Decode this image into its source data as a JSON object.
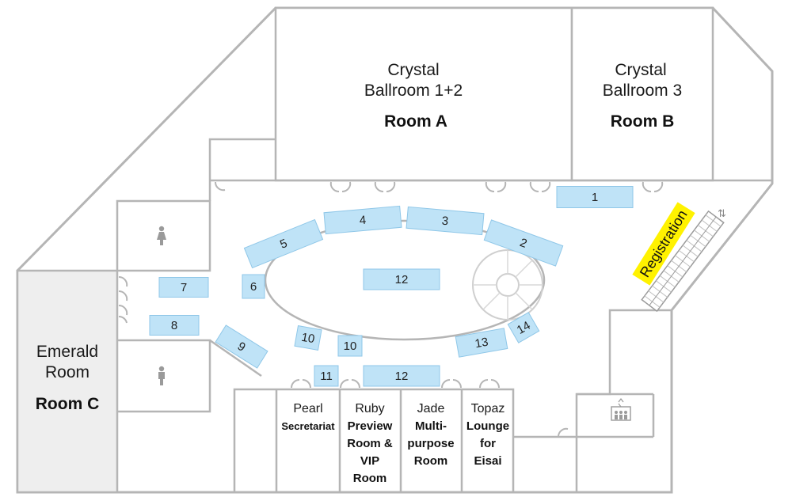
{
  "rooms": {
    "crystal_a": {
      "line1": "Crystal",
      "line2": "Ballroom 1+2",
      "code": "Room A"
    },
    "crystal_b": {
      "line1": "Crystal",
      "line2": "Ballroom 3",
      "code": "Room B"
    },
    "emerald": {
      "line1": "Emerald",
      "line2": "Room",
      "code": "Room C"
    },
    "pearl": {
      "name": "Pearl",
      "use1": "Secretariat"
    },
    "ruby": {
      "name": "Ruby",
      "use1": "Preview",
      "use2": "Room &",
      "use3": "VIP",
      "use4": "Room"
    },
    "jade": {
      "name": "Jade",
      "use1": "Multi-",
      "use2": "purpose",
      "use3": "Room"
    },
    "topaz": {
      "name": "Topaz",
      "use1": "Lounge",
      "use2": "for",
      "use3": "Eisai"
    }
  },
  "registration": {
    "label": "Registration",
    "highlight_color": "#fff200"
  },
  "booths": [
    {
      "id": "1",
      "label": "1"
    },
    {
      "id": "2",
      "label": "2"
    },
    {
      "id": "3",
      "label": "3"
    },
    {
      "id": "4",
      "label": "4"
    },
    {
      "id": "5",
      "label": "5"
    },
    {
      "id": "6",
      "label": "6"
    },
    {
      "id": "7",
      "label": "7"
    },
    {
      "id": "8",
      "label": "8"
    },
    {
      "id": "9",
      "label": "9"
    },
    {
      "id": "10a",
      "label": "10"
    },
    {
      "id": "10b",
      "label": "10"
    },
    {
      "id": "11",
      "label": "11"
    },
    {
      "id": "12a",
      "label": "12"
    },
    {
      "id": "12b",
      "label": "12"
    },
    {
      "id": "13",
      "label": "13"
    },
    {
      "id": "14",
      "label": "14"
    }
  ],
  "icons": {
    "restroom_women": "female-restroom-icon",
    "restroom_men": "male-restroom-icon",
    "elevator": "elevator-icon",
    "staircase": "spiral-staircase-icon",
    "escalator": "escalator-icon"
  },
  "colors": {
    "booth_fill": "#bfe3f7",
    "wall": "#b5b5b5",
    "emerald_fill": "#eeeeee"
  }
}
